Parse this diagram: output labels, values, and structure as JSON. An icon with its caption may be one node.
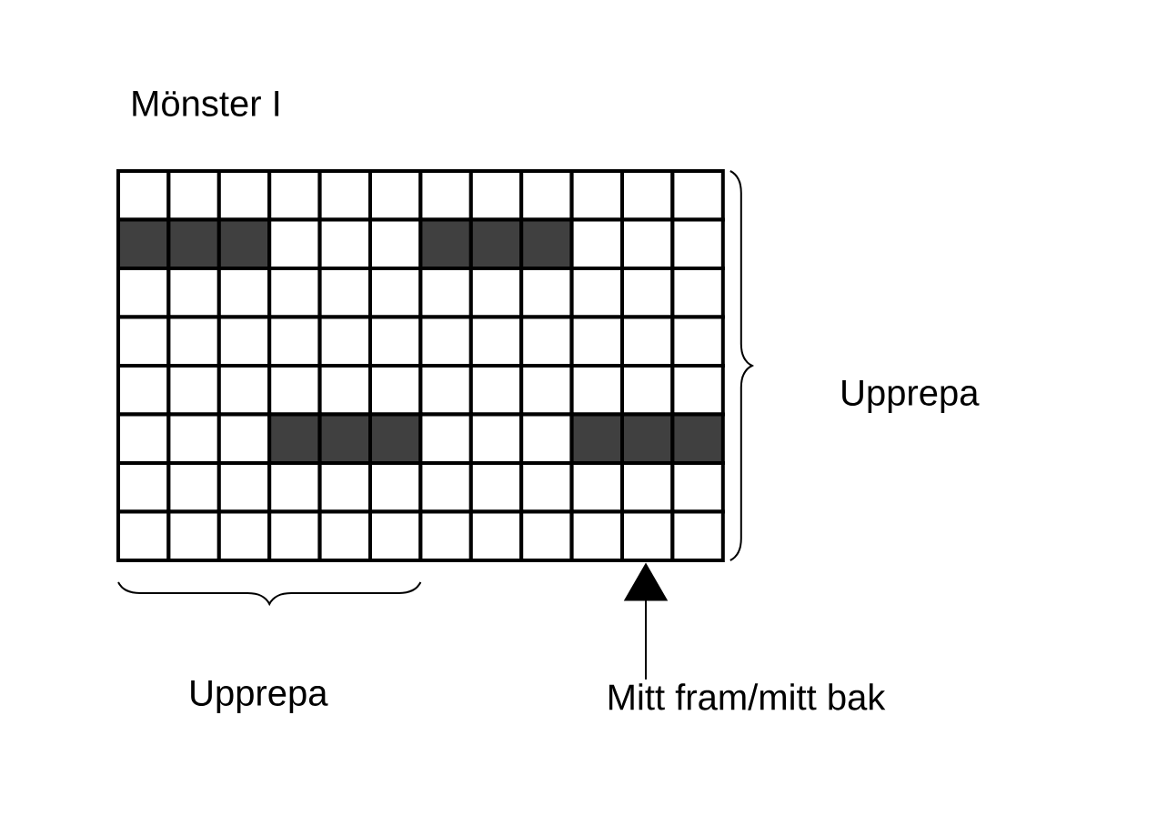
{
  "diagram": {
    "title": "Mönster I",
    "nodes": [
      {
        "text": [],
        "shape": "picture"
      },
      {
        "text": [
          "Mitt fram/mitt bak"
        ]
      }
    ],
    "edges": [
      {
        "from": 1,
        "to": 0,
        "arrow": "to"
      }
    ],
    "labels": [
      "Upprepa",
      "Upprepa"
    ]
  }
}
